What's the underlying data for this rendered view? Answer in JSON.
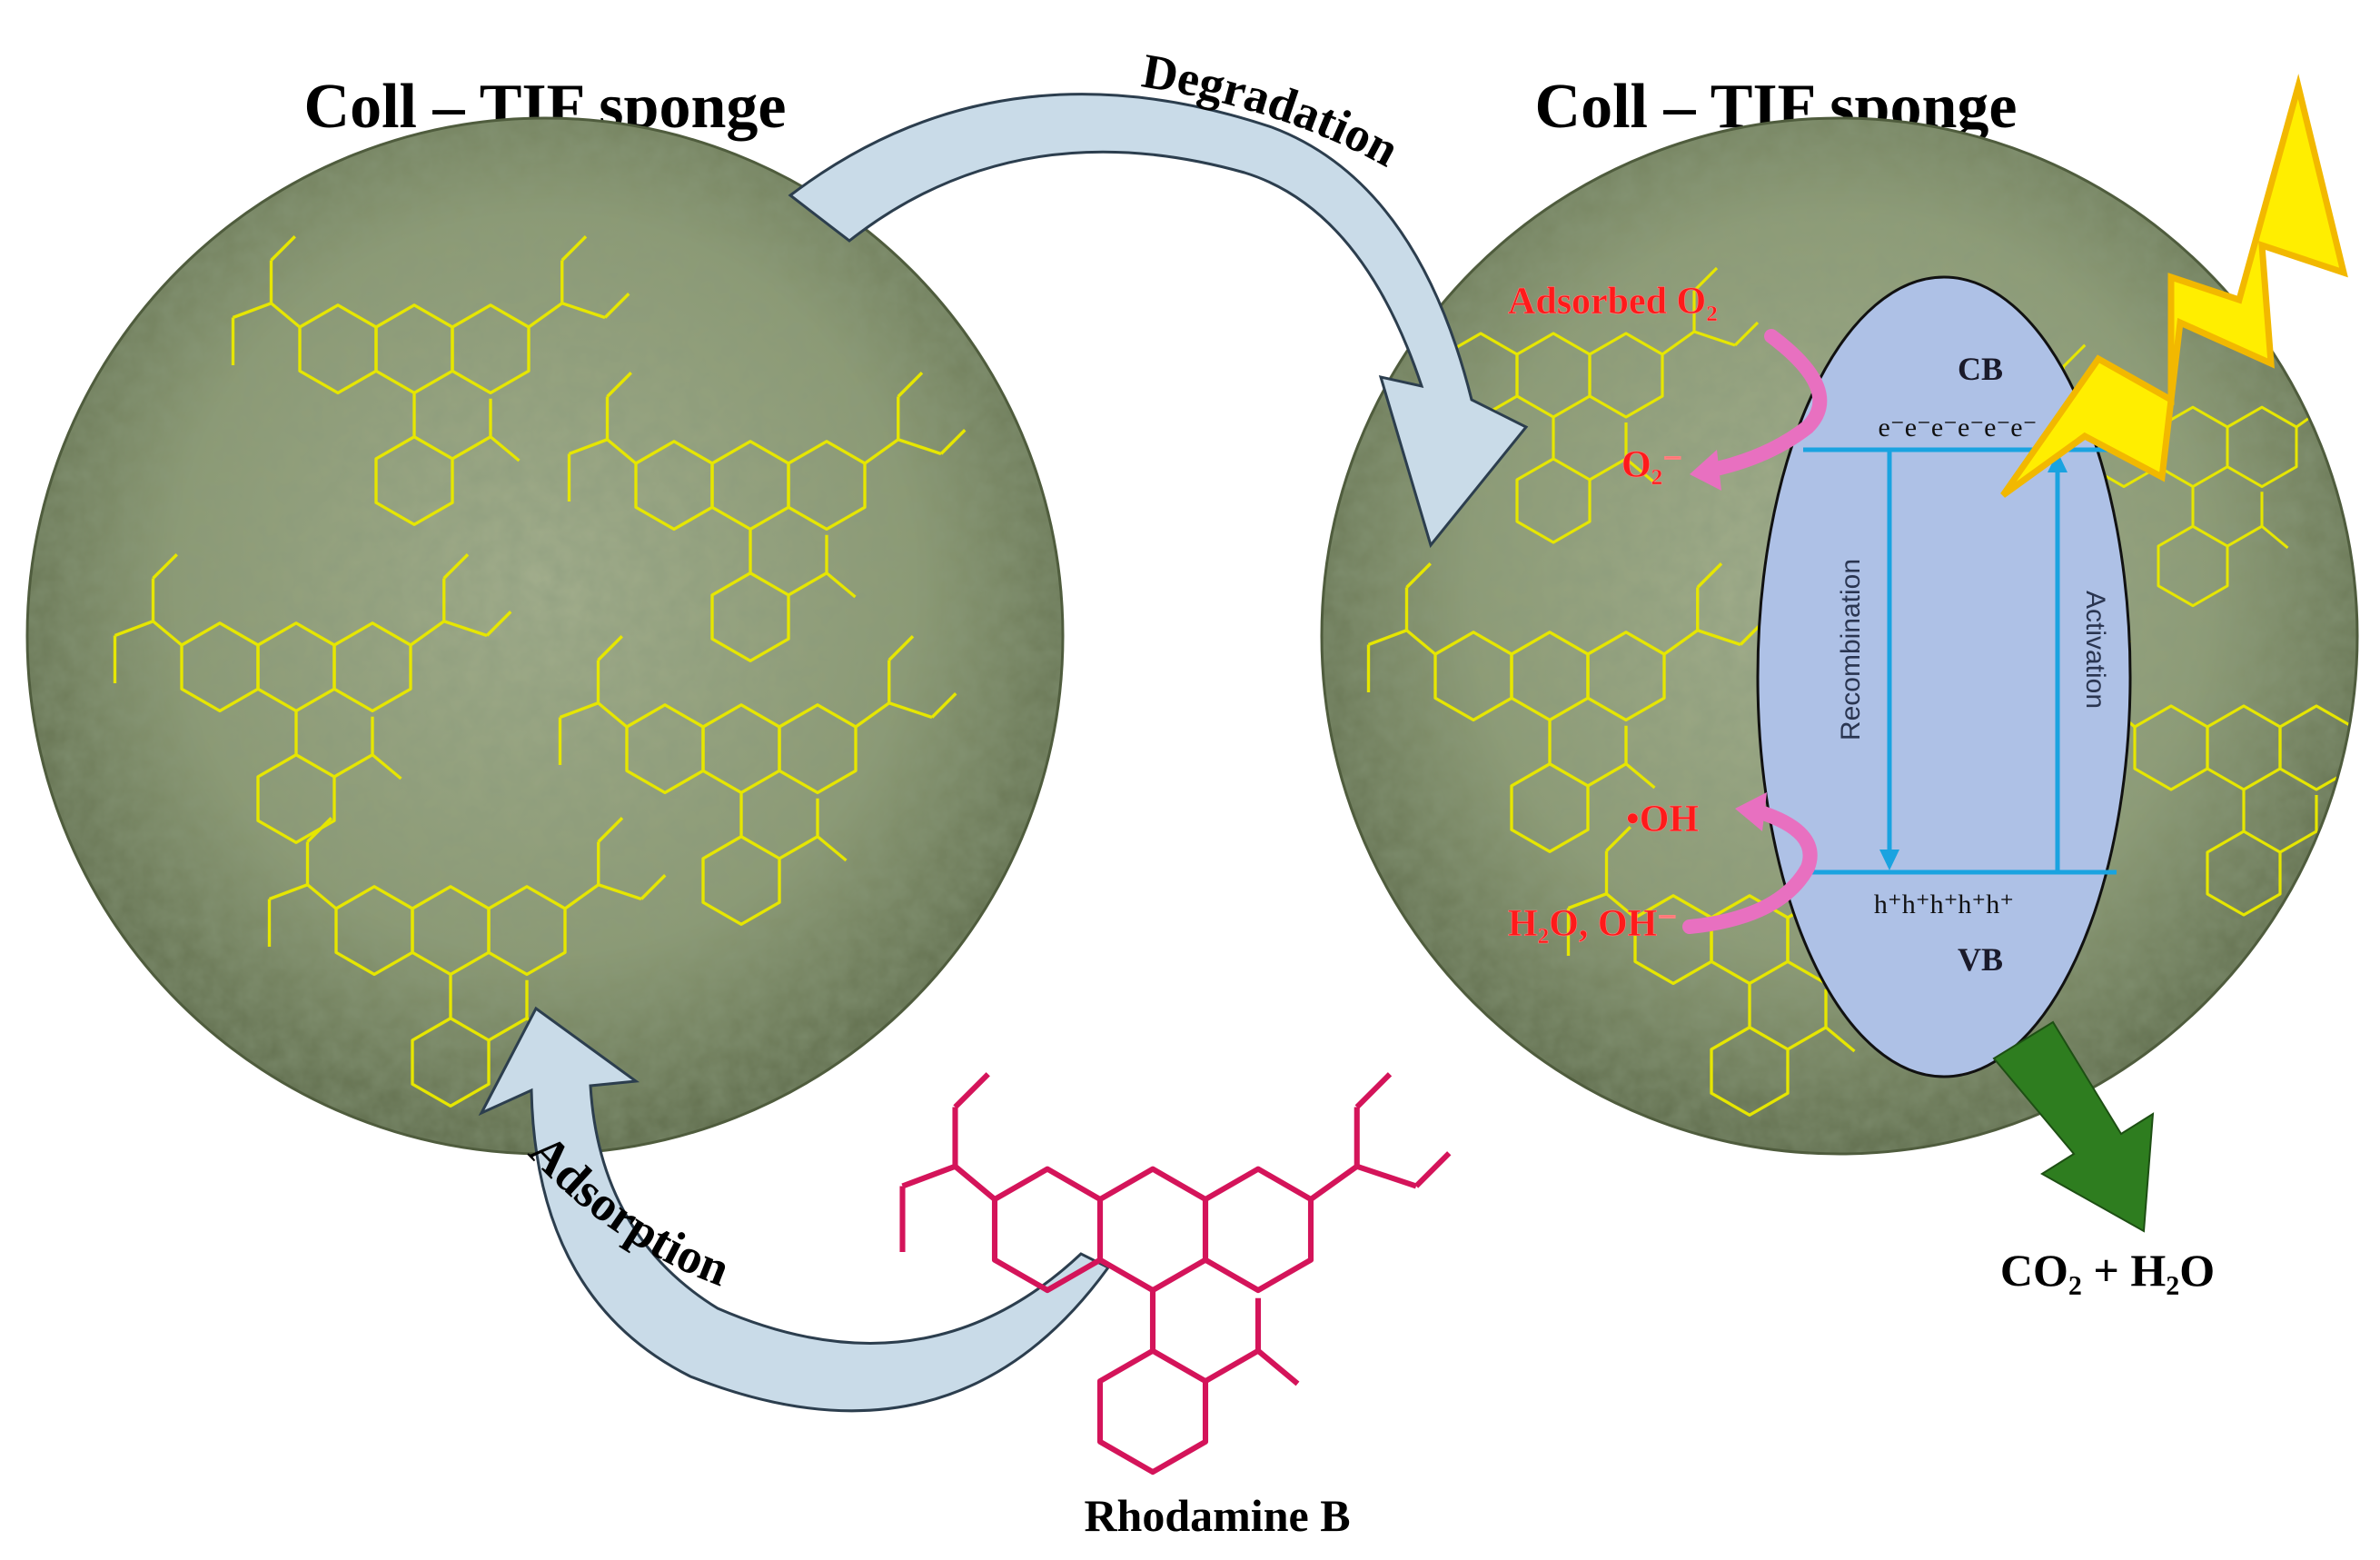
{
  "left_panel": {
    "title": "Coll – TIF sponge"
  },
  "right_panel": {
    "title": "Coll – TIF sponge"
  },
  "process": {
    "degradation": "Degradation",
    "adsorption": "Adsorption"
  },
  "dye": {
    "name": "Rhodamine B"
  },
  "species": {
    "adsorbed_o2": "Adsorbed O₂",
    "superoxide": "O₂⁻",
    "hydroxyl_radical": "•OH",
    "water_hydroxide": "H₂O, OH⁻"
  },
  "band_diagram": {
    "cb": "CB",
    "vb": "VB",
    "electrons": "e⁻e⁻e⁻e⁻e⁻e⁻",
    "holes": "h⁺h⁺h⁺h⁺h⁺",
    "recombination": "Recombination",
    "activation": "Activation"
  },
  "product": "CO₂ + H₂O",
  "colors": {
    "sponge": "#8f9c78",
    "molecule_yellow": "#e6e600",
    "molecule_red": "#d4145a",
    "arrow_fill": "#c9dbe8",
    "ellipse_fill": "#aec1e6",
    "band_line": "#1aa3e0",
    "radical_arrow": "#e870c0",
    "product_arrow": "#2e7d1f",
    "lightning": "#ffee00",
    "species_text": "#ff1a1a"
  }
}
